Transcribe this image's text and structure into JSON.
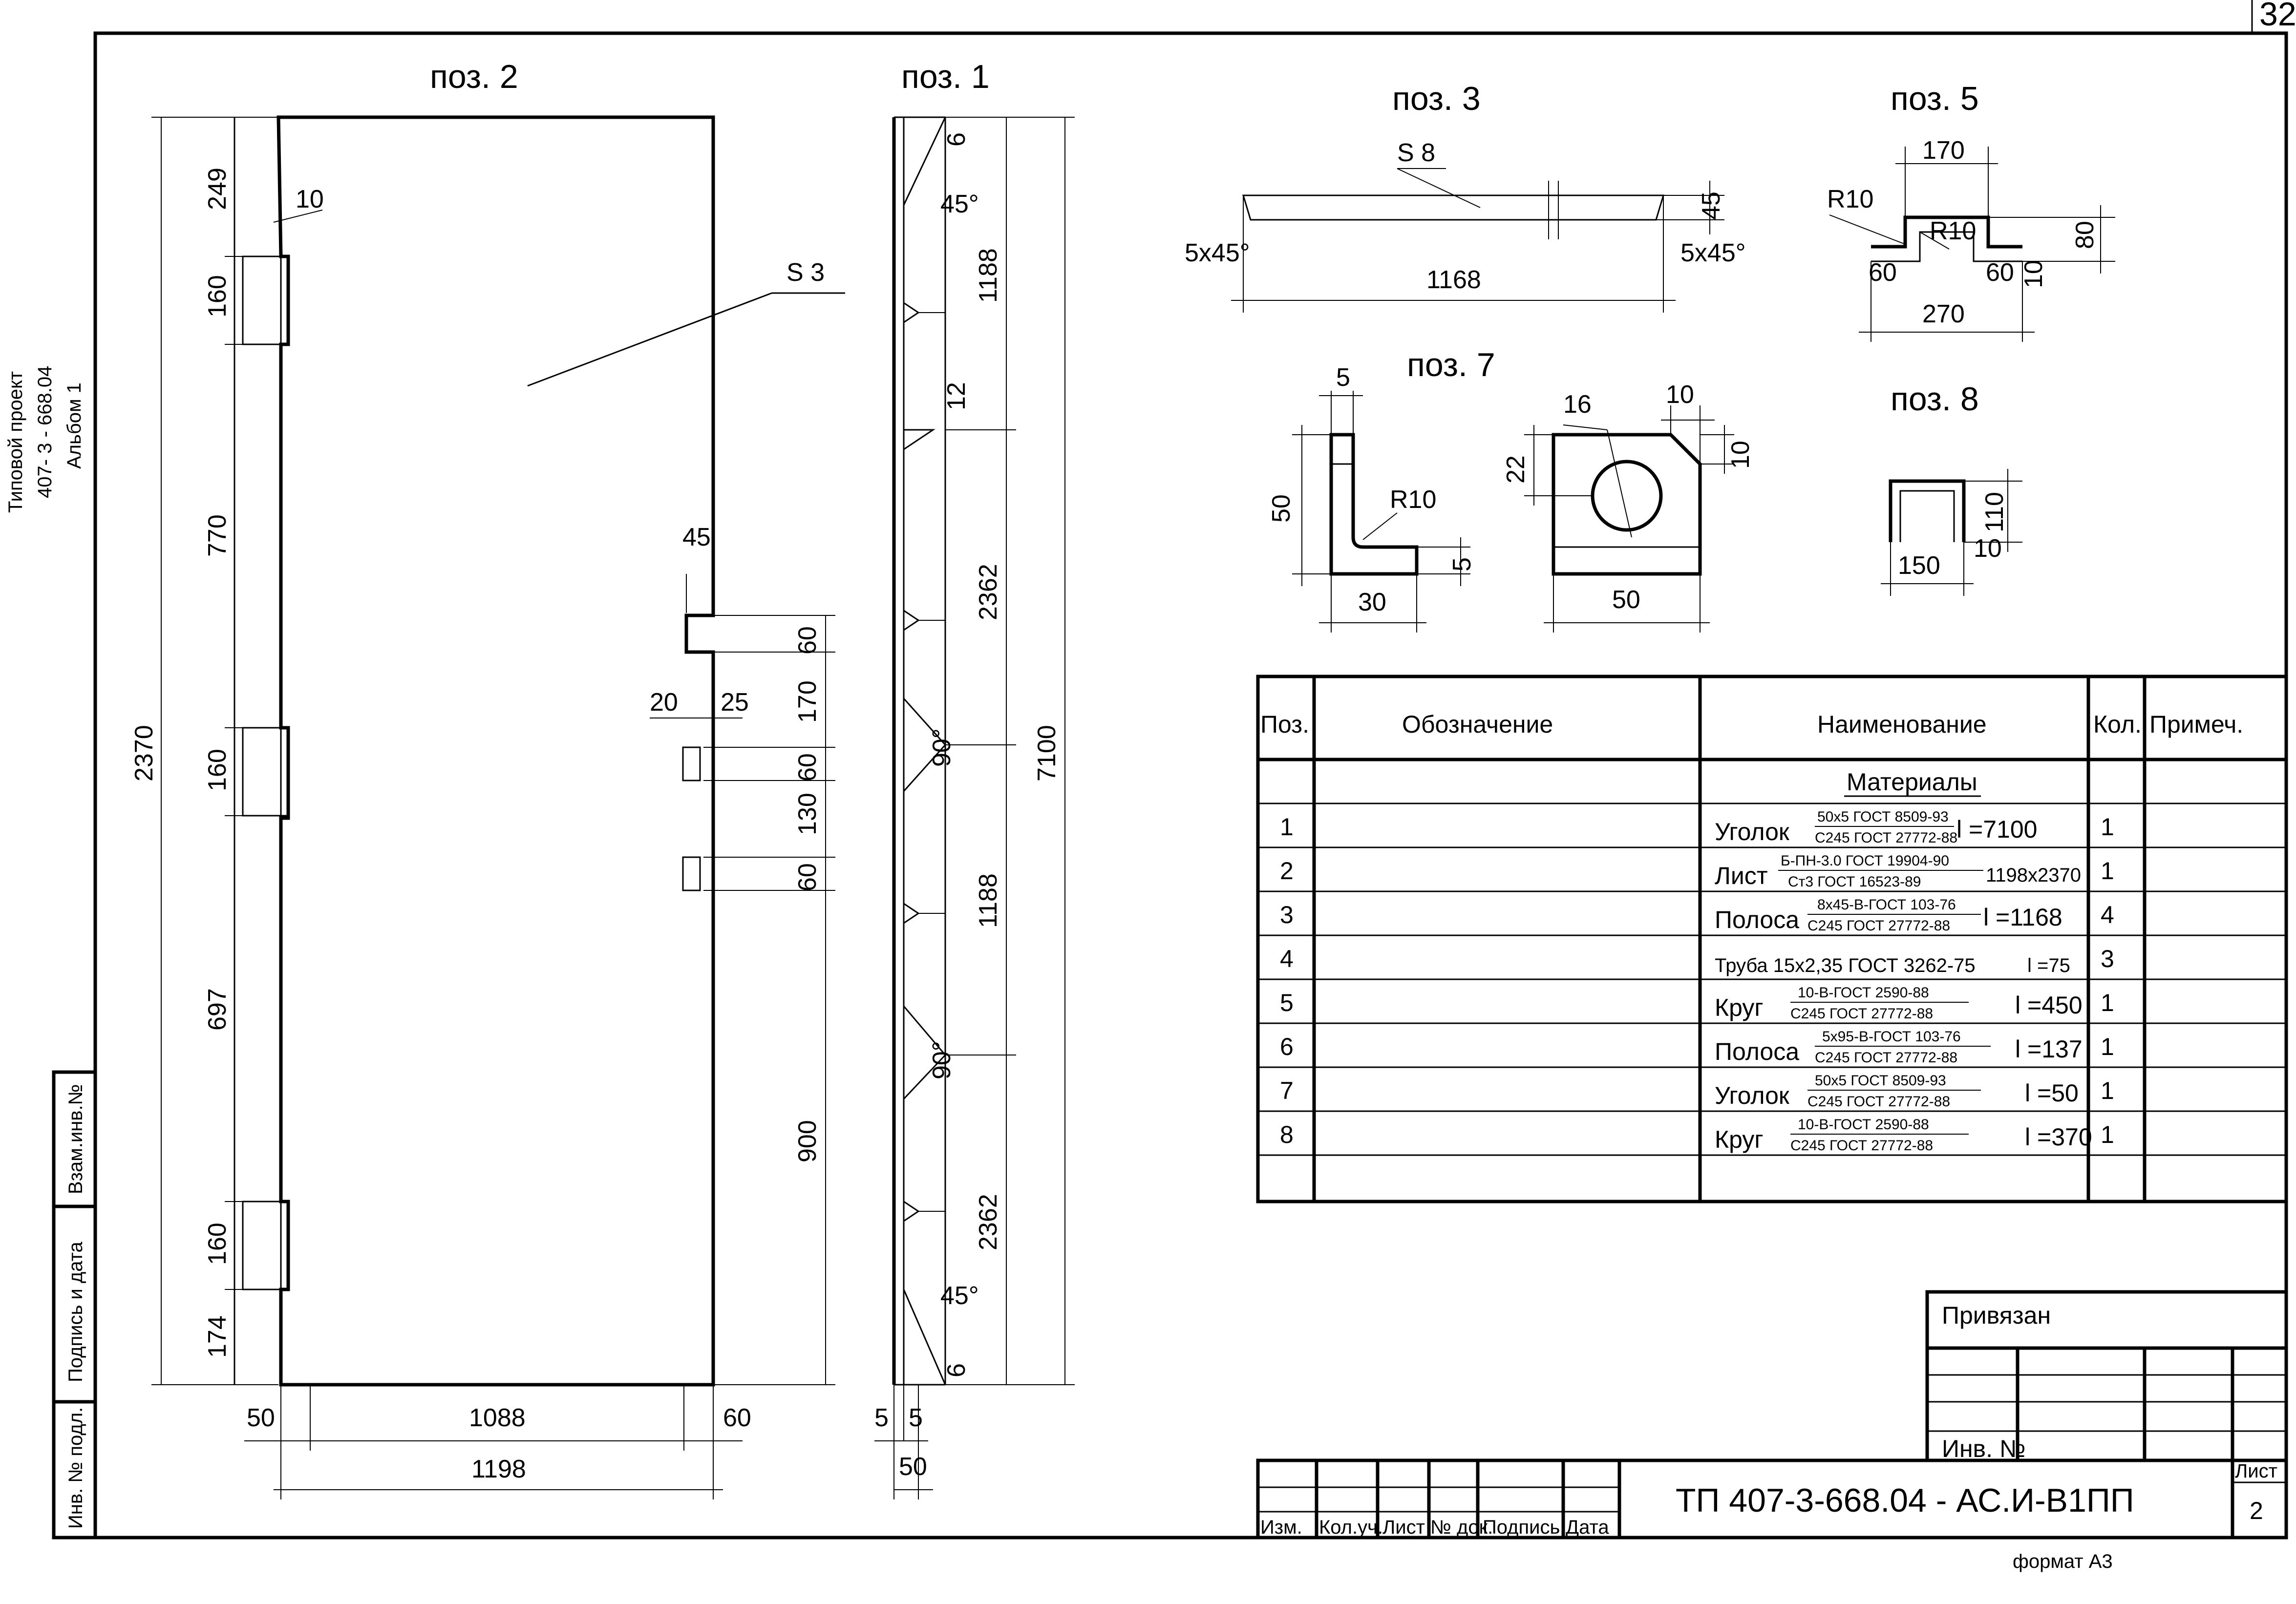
{
  "sheet": {
    "corner_number": "32",
    "side_lines": [
      "Типовой проект",
      "407- 3 - 668.04",
      "Альбом 1"
    ],
    "stamp_cells": [
      "Взам.инв.№",
      "Подпись и дата",
      "Инв. № подл."
    ],
    "format_note": "формат А3"
  },
  "drawings": {
    "pos2": {
      "title": "поз. 2",
      "s_label": "S 3",
      "dims": {
        "d249": "249",
        "d10": "10",
        "d160a": "160",
        "d770": "770",
        "d2370": "2370",
        "d160b": "160",
        "d697": "697",
        "d160c": "160",
        "d174": "174",
        "d45": "45",
        "d20": "20",
        "d25": "25",
        "d60a": "60",
        "d170": "170",
        "d60b": "60",
        "d130": "130",
        "d60c": "60",
        "d900": "900",
        "d50": "50",
        "d1088": "1088",
        "d60d": "60",
        "d1198": "1198"
      }
    },
    "pos1": {
      "title": "поз. 1",
      "dims": {
        "d6a": "6",
        "a45a": "45°",
        "d1188a": "1188",
        "d12": "12",
        "d2362a": "2362",
        "a90a": "90°",
        "d7100": "7100",
        "d1188b": "1188",
        "a90b": "90°",
        "d2362b": "2362",
        "a45b": "45°",
        "d6b": "6",
        "d5a": "5",
        "d5b": "5",
        "d50": "50"
      }
    },
    "pos3": {
      "title": "поз. 3",
      "s_label": "S 8",
      "dims": {
        "d45": "45",
        "c1": "5x45°",
        "d1168": "1168",
        "c2": "5x45°"
      }
    },
    "pos5": {
      "title": "поз. 5",
      "dims": {
        "d170": "170",
        "r10a": "R10",
        "r10b": "R10",
        "d60a": "60",
        "d60b": "60",
        "d10": "10",
        "d80": "80",
        "d270": "270"
      }
    },
    "pos7": {
      "title": "поз. 7",
      "dims": {
        "d5": "5",
        "d50a": "50",
        "r10": "R10",
        "d5b": "5",
        "d30": "30",
        "d16": "16",
        "d10a": "10",
        "d22": "22",
        "d10b": "10",
        "d50b": "50"
      }
    },
    "pos8": {
      "title": "поз. 8",
      "dims": {
        "d110": "110",
        "d10": "10",
        "d150": "150"
      }
    }
  },
  "spec_table": {
    "headers": {
      "pos": "Поз.",
      "code": "Обозначение",
      "name": "Наименование",
      "qty": "Кол.",
      "note": "Примеч."
    },
    "section": "Материалы",
    "rows": [
      {
        "pos": "1",
        "name": "Уголок",
        "top": "50x5 ГОСТ 8509-93",
        "bottom": "С245 ГОСТ 27772-88",
        "len": "l =7100",
        "qty": "1"
      },
      {
        "pos": "2",
        "name": "Лист",
        "top": "Б-ПН-3.0 ГОСТ 19904-90",
        "bottom": "Ст3 ГОСТ 16523-89",
        "len": "1198x2370",
        "qty": "1"
      },
      {
        "pos": "3",
        "name": "Полоса",
        "top": "8x45-В-ГОСТ 103-76",
        "bottom": "С245 ГОСТ 27772-88",
        "len": "l =1168",
        "qty": "4"
      },
      {
        "pos": "4",
        "name": "Труба 15x2,35  ГОСТ 3262-75",
        "top": "",
        "bottom": "",
        "len": "l =75",
        "qty": "3"
      },
      {
        "pos": "5",
        "name": "Круг",
        "top": "10-В-ГОСТ 2590-88",
        "bottom": "С245 ГОСТ 27772-88",
        "len": "l =450",
        "qty": "1"
      },
      {
        "pos": "6",
        "name": "Полоса",
        "top": "5x95-В-ГОСТ 103-76",
        "bottom": "С245 ГОСТ 27772-88",
        "len": "l =137",
        "qty": "1"
      },
      {
        "pos": "7",
        "name": "Уголок",
        "top": "50x5 ГОСТ 8509-93",
        "bottom": "С245 ГОСТ 27772-88",
        "len": "l =50",
        "qty": "1"
      },
      {
        "pos": "8",
        "name": "Круг",
        "top": "10-В-ГОСТ 2590-88",
        "bottom": "С245 ГОСТ 27772-88",
        "len": "l =370",
        "qty": "1"
      }
    ]
  },
  "title_block": {
    "bound": "Привязан",
    "inv": "Инв. №",
    "designation": "ТП   407-3-668.04 -  АС.И-В1ПП",
    "sheet_label": "Лист",
    "sheet_number": "2",
    "cols": [
      "Изм.",
      "Кол.уч.",
      "Лист",
      "№ док.",
      "Подпись",
      "Дата"
    ]
  }
}
